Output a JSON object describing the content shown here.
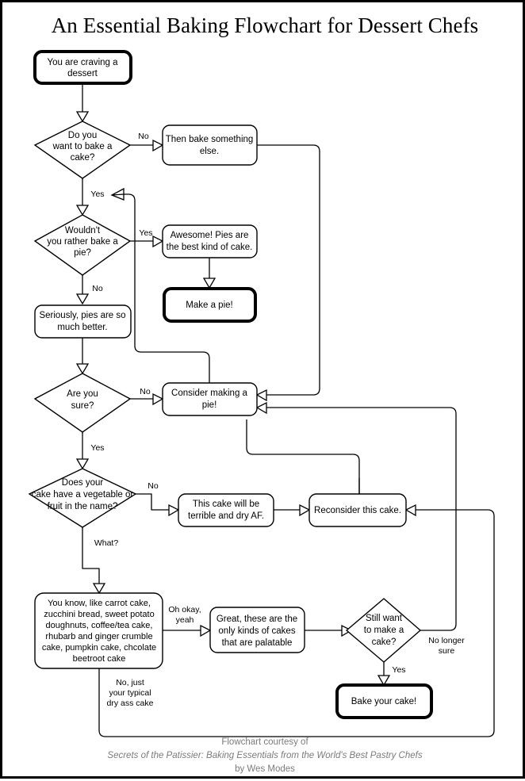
{
  "title": "An Essential Baking Flowchart for Dessert Chefs",
  "footer": {
    "line1": "Flowchart courtesy of",
    "line2": "Secrets of the Patissier: Baking Essentials from the World's Best Pastry Chefs",
    "line3": "by Wes Modes"
  },
  "colors": {
    "stroke": "#000000",
    "fill": "#ffffff",
    "footer_text": "#7b7b7b",
    "page_border": "#000000"
  },
  "nodes": {
    "start": {
      "shape": "rounded-rect-thick",
      "lines": [
        "You are craving a",
        "dessert"
      ]
    },
    "d_bake_cake": {
      "shape": "diamond",
      "lines": [
        "Do you",
        "want to bake a",
        "cake?"
      ]
    },
    "bake_something_else": {
      "shape": "rounded-rect",
      "lines": [
        "Then bake something",
        "else."
      ]
    },
    "d_rather_pie": {
      "shape": "diamond",
      "lines": [
        "Wouldn't",
        "you rather bake a",
        "pie?"
      ]
    },
    "awesome_pies": {
      "shape": "rounded-rect",
      "lines": [
        "Awesome! Pies are",
        "the best kind of cake."
      ]
    },
    "make_a_pie": {
      "shape": "rounded-rect-thick",
      "lines": [
        "Make a pie!"
      ]
    },
    "seriously_pies": {
      "shape": "rounded-rect",
      "lines": [
        "Seriously, pies are so",
        "much better."
      ]
    },
    "d_are_you_sure": {
      "shape": "diamond",
      "lines": [
        "Are you",
        "sure?"
      ]
    },
    "consider_pie": {
      "shape": "rounded-rect",
      "lines": [
        "Consider making a",
        "pie!"
      ]
    },
    "d_veg_fruit": {
      "shape": "diamond",
      "lines": [
        "Does your",
        "cake have a vegetable or",
        "fruit in the name?"
      ]
    },
    "terrible_dry": {
      "shape": "rounded-rect",
      "lines": [
        "This cake will be",
        "terrible and dry AF."
      ]
    },
    "reconsider": {
      "shape": "rounded-rect",
      "lines": [
        "Reconsider this cake."
      ]
    },
    "veg_list": {
      "shape": "rounded-rect",
      "lines": [
        "You know, like carrot cake,",
        "zucchini bread, sweet potato",
        "doughnuts, coffee/tea cake,",
        "rhubarb and ginger crumble",
        "cake, pumpkin cake, chcolate",
        "beetroot cake"
      ]
    },
    "palatable": {
      "shape": "rounded-rect",
      "lines": [
        "Great, these are the",
        "only kinds of cakes",
        "that are palatable"
      ]
    },
    "d_still_want": {
      "shape": "diamond",
      "lines": [
        "Still want",
        "to make a",
        "cake?"
      ]
    },
    "bake_your_cake": {
      "shape": "rounded-rect-thick",
      "lines": [
        "Bake your cake!"
      ]
    }
  },
  "edge_labels": {
    "bake_cake_no": "No",
    "bake_cake_yes": "Yes",
    "rather_pie_yes": "Yes",
    "rather_pie_no": "No",
    "sure_no": "No",
    "sure_yes": "Yes",
    "veg_no": "No",
    "veg_what": "What?",
    "list_oh_okay": [
      "Oh okay,",
      "yeah"
    ],
    "list_no_typical": [
      "No, just",
      "your typical",
      "dry ass cake"
    ],
    "still_no_longer": [
      "No longer",
      "sure"
    ],
    "still_yes": "Yes"
  },
  "chart_data": {
    "type": "flowchart",
    "orientation": "top-to-bottom",
    "node_count": 16,
    "flow": [
      {
        "from": "start",
        "to": "d_bake_cake",
        "label": ""
      },
      {
        "from": "d_bake_cake",
        "to": "bake_something_else",
        "label": "No"
      },
      {
        "from": "d_bake_cake",
        "to": "d_rather_pie",
        "label": "Yes"
      },
      {
        "from": "bake_something_else",
        "to": "consider_pie",
        "label": ""
      },
      {
        "from": "d_rather_pie",
        "to": "awesome_pies",
        "label": "Yes"
      },
      {
        "from": "d_rather_pie",
        "to": "seriously_pies",
        "label": "No"
      },
      {
        "from": "awesome_pies",
        "to": "make_a_pie",
        "label": ""
      },
      {
        "from": "seriously_pies",
        "to": "d_are_you_sure",
        "label": ""
      },
      {
        "from": "d_are_you_sure",
        "to": "consider_pie",
        "label": "No"
      },
      {
        "from": "d_are_you_sure",
        "to": "d_veg_fruit",
        "label": "Yes"
      },
      {
        "from": "consider_pie",
        "to": "d_rather_pie",
        "label": ""
      },
      {
        "from": "d_veg_fruit",
        "to": "terrible_dry",
        "label": "No"
      },
      {
        "from": "d_veg_fruit",
        "to": "veg_list",
        "label": "What?"
      },
      {
        "from": "terrible_dry",
        "to": "reconsider",
        "label": ""
      },
      {
        "from": "reconsider",
        "to": "consider_pie",
        "label": ""
      },
      {
        "from": "veg_list",
        "to": "palatable",
        "label": "Oh okay, yeah"
      },
      {
        "from": "veg_list",
        "to": "reconsider",
        "label": "No, just your typical dry ass cake"
      },
      {
        "from": "palatable",
        "to": "d_still_want",
        "label": ""
      },
      {
        "from": "d_still_want",
        "to": "bake_your_cake",
        "label": "Yes"
      },
      {
        "from": "d_still_want",
        "to": "consider_pie",
        "label": "No longer sure"
      }
    ]
  }
}
